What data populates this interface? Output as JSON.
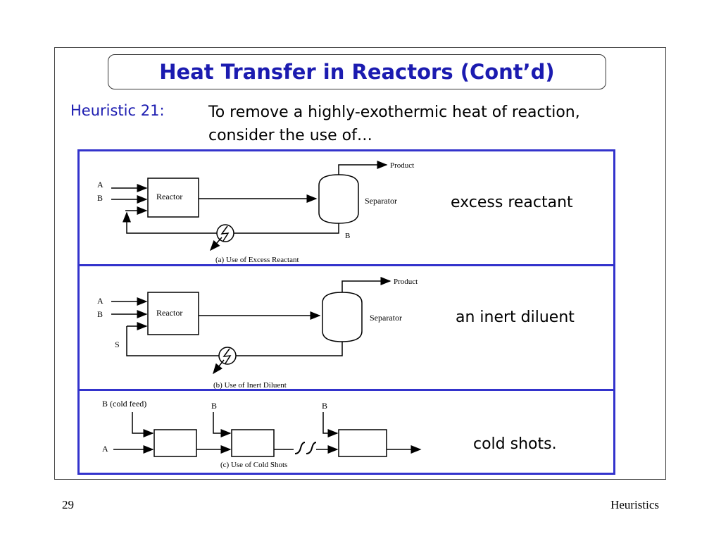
{
  "slide": {
    "title": "Heat Transfer in Reactors (Cont’d)",
    "heuristic_label": "Heuristic 21:",
    "heuristic_text": "To remove a highly-exothermic heat of reaction, consider the use of…",
    "page_number": "29",
    "footer_title": "Heuristics"
  },
  "colors": {
    "title_blue": "#1b1bb0",
    "panel_border": "#3333cc"
  },
  "panels": {
    "excess": {
      "label": "excess reactant",
      "caption": "(a) Use of Excess Reactant",
      "feed_a": "A",
      "feed_b": "B",
      "reactor": "Reactor",
      "separator": "Separator",
      "product": "Product",
      "recycle": "B"
    },
    "inert": {
      "label": "an inert diluent",
      "caption": "(b) Use of Inert Diluent",
      "feed_a": "A",
      "feed_b": "B",
      "reactor": "Reactor",
      "separator": "Separator",
      "product": "Product",
      "recycle": "S"
    },
    "cold": {
      "label": "cold shots.",
      "caption": "(c) Use of Cold Shots",
      "feed_cold": "B (cold feed)",
      "feed_b2": "B",
      "feed_b3": "B",
      "feed_a": "A"
    }
  }
}
